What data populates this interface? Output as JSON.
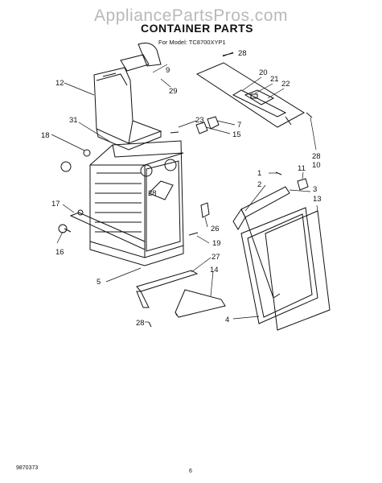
{
  "watermark": "AppliancePartsPros.com",
  "title": "CONTAINER PARTS",
  "model_line": "For Model: TC8700XYP1",
  "footer_code": "9870373",
  "page_number": "6",
  "callouts": [
    "28",
    "12",
    "9",
    "29",
    "20",
    "21",
    "22",
    "31",
    "23",
    "7",
    "15",
    "18",
    "28",
    "10",
    "1",
    "11",
    "2",
    "3",
    "13",
    "28",
    "17",
    "26",
    "19",
    "16",
    "27",
    "14",
    "5",
    "28",
    "4"
  ]
}
